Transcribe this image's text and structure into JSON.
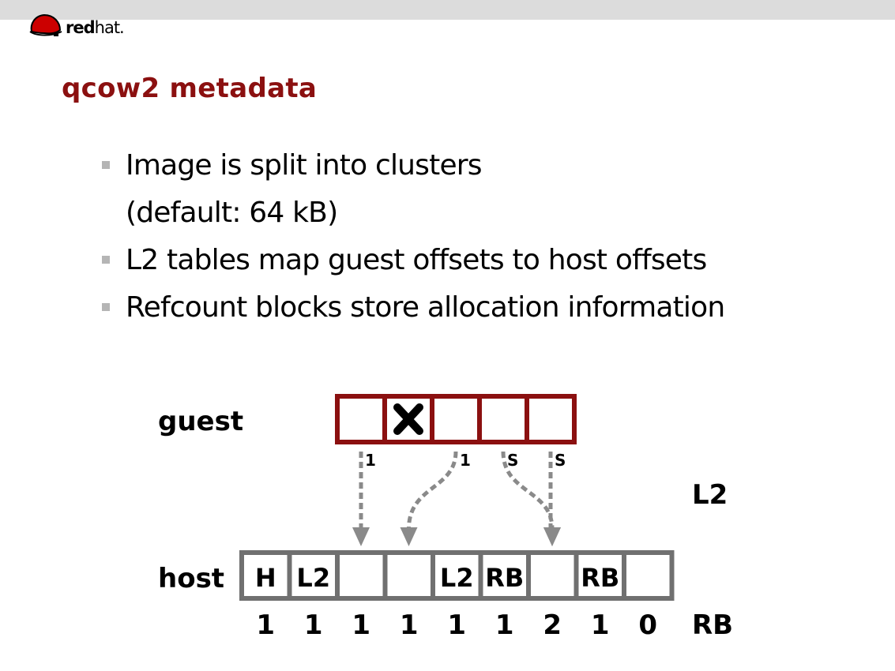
{
  "header": {
    "logo_text_bold": "red",
    "logo_text_regular": "hat.",
    "logo_icon": "redhat-shadowman-icon"
  },
  "slide": {
    "title": "qcow2 metadata",
    "bullets": [
      {
        "line1": "Image is split into clusters",
        "line2": "(default: 64 kB)"
      },
      {
        "line1": "L2 tables map guest offsets to host offsets",
        "line2": ""
      },
      {
        "line1": "Refcount blocks store allocation information",
        "line2": ""
      }
    ]
  },
  "diagram": {
    "guest_label": "guest",
    "host_label": "host",
    "l2_label": "L2",
    "rb_label": "RB",
    "colors": {
      "guest_border": "#8b1010",
      "host_border": "#707070",
      "arrow": "#8a8a8a"
    },
    "guest_cells": [
      {
        "mark": ""
      },
      {
        "mark": "x-mark"
      },
      {
        "mark": ""
      },
      {
        "mark": ""
      },
      {
        "mark": ""
      }
    ],
    "l2_entries": [
      {
        "guest_cell": 0,
        "flag": "1",
        "host_cell": 2
      },
      {
        "guest_cell": 2,
        "flag": "1",
        "host_cell": 3
      },
      {
        "guest_cell": 3,
        "flag": "S",
        "host_cell": 6
      },
      {
        "guest_cell": 4,
        "flag": "S",
        "host_cell": 6
      }
    ],
    "host_cells": [
      {
        "label": "H",
        "refcount": "1"
      },
      {
        "label": "L2",
        "refcount": "1"
      },
      {
        "label": "",
        "refcount": "1"
      },
      {
        "label": "",
        "refcount": "1"
      },
      {
        "label": "L2",
        "refcount": "1"
      },
      {
        "label": "RB",
        "refcount": "1"
      },
      {
        "label": "",
        "refcount": "2"
      },
      {
        "label": "RB",
        "refcount": "1"
      },
      {
        "label": "",
        "refcount": "0"
      }
    ]
  }
}
